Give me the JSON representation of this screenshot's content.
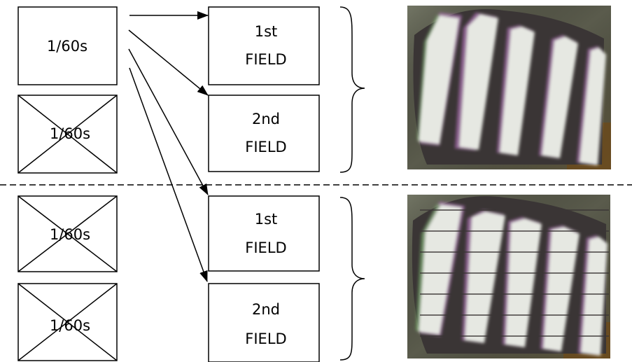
{
  "frames": {
    "top_first": "1/60s",
    "top_second": "1/60s",
    "bottom_first": "1/60s",
    "bottom_second": "1/60s"
  },
  "fields": {
    "top_first": [
      "1st",
      "FIELD"
    ],
    "top_second": [
      "2nd",
      "FIELD"
    ],
    "bottom_first": [
      "1st",
      "FIELD"
    ],
    "bottom_second": [
      "2nd",
      "FIELD"
    ]
  },
  "photo_colors": {
    "background": "#3a3535",
    "stripe": "#e6e8e2",
    "fringe_magenta": "#b070b8",
    "fringe_green": "#7fc070"
  }
}
